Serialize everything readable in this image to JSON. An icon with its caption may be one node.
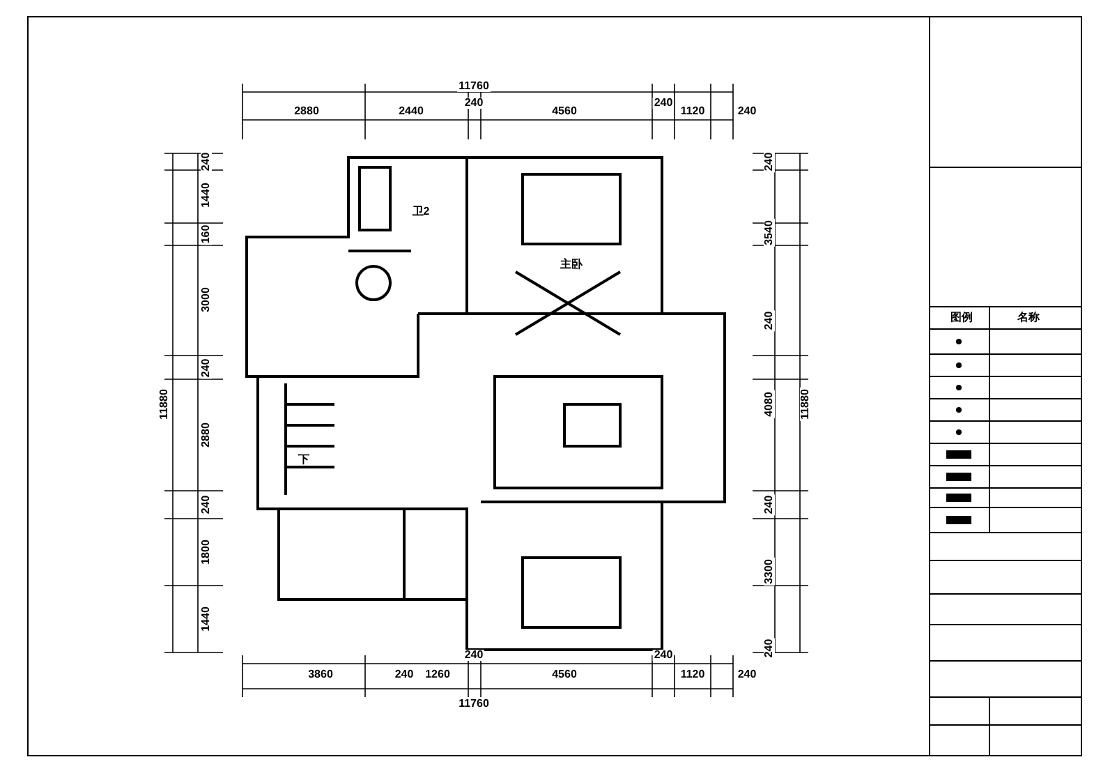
{
  "diagram": {
    "labels": [
      "11760",
      "2880",
      "2440",
      "240",
      "4560",
      "240",
      "1120",
      "240",
      "240",
      "1440",
      "160",
      "3000",
      "240",
      "2880",
      "240",
      "1800",
      "1440",
      "11880",
      "240",
      "3540",
      "240",
      "4080",
      "240",
      "3300",
      "240",
      "11880",
      "3860",
      "240",
      "1260",
      "240",
      "4560",
      "240",
      "1120",
      "240",
      "11760",
      "主卧",
      "卫2",
      "下",
      "图例",
      "名称"
    ]
  }
}
